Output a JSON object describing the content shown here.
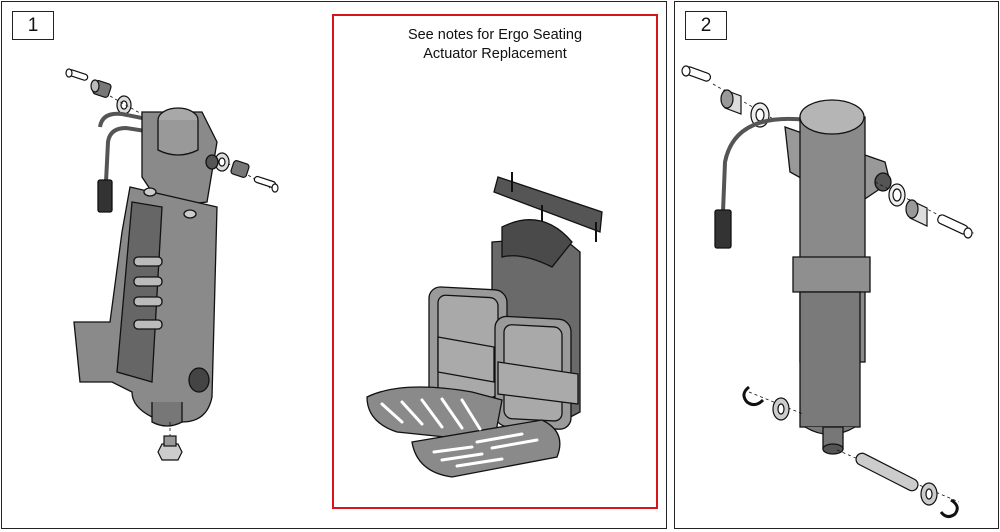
{
  "panels": [
    {
      "number": "1"
    },
    {
      "number": "2"
    }
  ],
  "note": {
    "line1": "See notes for Ergo Seating",
    "line2": "Actuator Replacement",
    "border_color": "#d7141a"
  },
  "colors": {
    "part_fill": "#8a8a8a",
    "part_light": "#c8c8c8",
    "part_dark": "#4a4a4a",
    "outline": "#111111"
  }
}
